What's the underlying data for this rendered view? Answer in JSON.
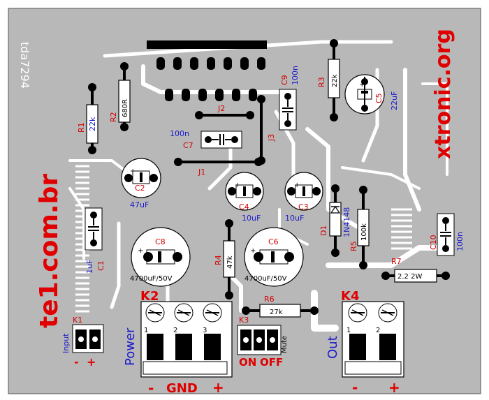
{
  "brand_left": "te1.com.br",
  "brand_right": "xtronic.org",
  "ghost_code": "tda7294",
  "colors": {
    "board": "#b8b8b8",
    "trace": "#ffffff",
    "designator": "#d40000",
    "value": "#1a1acc",
    "brand": "#e00000"
  },
  "parts": {
    "R1": {
      "ref": "R1",
      "value": "22k"
    },
    "R2": {
      "ref": "R2",
      "value": "680R"
    },
    "R3": {
      "ref": "R3",
      "value": "22k"
    },
    "R4": {
      "ref": "R4",
      "value": "47k"
    },
    "R5": {
      "ref": "R5",
      "value": "100k"
    },
    "R6": {
      "ref": "R6",
      "value": "27k"
    },
    "R7": {
      "ref": "R7",
      "value": "2.2  2W"
    },
    "C1": {
      "ref": "C1",
      "value": "1uF"
    },
    "C2": {
      "ref": "C2",
      "value": "47uF"
    },
    "C3": {
      "ref": "C3",
      "value": "10uF"
    },
    "C4": {
      "ref": "C4",
      "value": "10uF"
    },
    "C5": {
      "ref": "C5",
      "value": "22uF"
    },
    "C6": {
      "ref": "C6",
      "value": "4700uF/50V"
    },
    "C7": {
      "ref": "C7",
      "value": "100n"
    },
    "C8": {
      "ref": "C8",
      "value": "4700uF/50V"
    },
    "C9": {
      "ref": "C9",
      "value": "100n"
    },
    "C10": {
      "ref": "C10",
      "value": "100n"
    },
    "D1": {
      "ref": "D1",
      "value": "1N4148"
    },
    "J1": {
      "ref": "J1"
    },
    "J2": {
      "ref": "J2"
    },
    "J3": {
      "ref": "J3"
    }
  },
  "connectors": {
    "K1": {
      "ref": "K1",
      "name": "Input",
      "minus": "-",
      "plus": "+"
    },
    "K2": {
      "ref": "K2",
      "name": "Power",
      "pin1": "1",
      "pin2": "2",
      "pin3": "3",
      "minus": "-",
      "gnd": "GND",
      "plus": "+"
    },
    "K3": {
      "ref": "K3",
      "name": "Mute",
      "on": "ON",
      "off": "OFF"
    },
    "K4": {
      "ref": "K4",
      "name": "Out",
      "pin1": "1",
      "pin2": "2",
      "minus": "-",
      "plus": "+"
    }
  }
}
